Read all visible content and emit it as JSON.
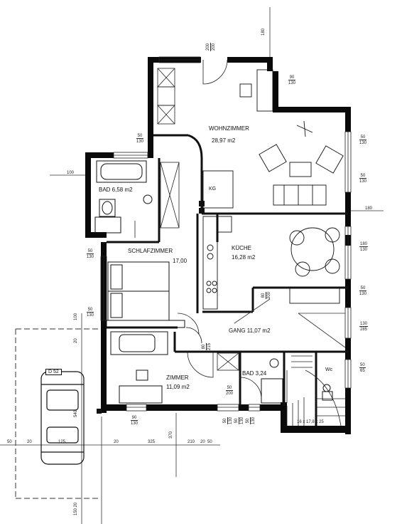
{
  "rooms": {
    "wohnzimmer": {
      "name": "WOHNZIMMER",
      "area": "28,97 m2"
    },
    "bad_large": {
      "name": "BAD 6,58 m2"
    },
    "schlafzimmer": {
      "name": "SCHLAFZIMMER",
      "area": "17,00"
    },
    "kueche": {
      "name": "KÜCHE",
      "area": "16,28 m2"
    },
    "gang": {
      "name": "GANG 11,07 m2"
    },
    "zimmer": {
      "name": "ZIMMER",
      "area": "11,09 m2"
    },
    "bad_small": {
      "name": "BAD 3,24"
    },
    "wc": {
      "name": "Wc"
    },
    "kg": {
      "name": "KG"
    }
  },
  "car_label": "D 52",
  "dimensions": {
    "top_180": "180",
    "left_100": "100",
    "right_180": "180",
    "ext_50_a": "50",
    "ext_20_a": "20",
    "ext_125": "125",
    "ext_20_b": "20",
    "ext_325": "325",
    "ext_210": "210",
    "ext_20_c": "20",
    "ext_50_b": "50",
    "ext_540": "540",
    "ext_150_20": "150 20",
    "ext_100v": "100",
    "ext_20v": "20",
    "ext_370": "370"
  },
  "openings": {
    "door_top": {
      "top": "200",
      "bottom": "200"
    },
    "win_wz_right_top": {
      "top": "90",
      "bottom": "130"
    },
    "win_wz_right_a": {
      "top": "50",
      "bottom": "130"
    },
    "win_wz_right_b": {
      "top": "50",
      "bottom": "130"
    },
    "win_bad": {
      "top": "50",
      "bottom": "130"
    },
    "win_kueche": {
      "top": "180",
      "bottom": "130"
    },
    "win_schlaf_a": {
      "top": "50",
      "bottom": "130"
    },
    "win_schlaf_b": {
      "top": "50",
      "bottom": "130"
    },
    "win_gang_a": {
      "top": "50",
      "bottom": "130"
    },
    "win_gang_b": {
      "top": "130",
      "bottom": "285"
    },
    "win_gang_c": {
      "top": "50",
      "bottom": "65"
    },
    "door_gang": {
      "top": "80",
      "bottom": "200"
    },
    "door_zimmer": {
      "top": "80",
      "bottom": "215"
    },
    "door_bad": {
      "top": "50",
      "bottom": "200"
    },
    "win_zimmer": {
      "top": "90",
      "bottom": "130"
    },
    "win_bottom_a": {
      "top": "50",
      "bottom": "130"
    },
    "win_bottom_b": {
      "top": "50",
      "bottom": "130"
    },
    "win_bottom_c": {
      "top": "50",
      "bottom": "130"
    }
  },
  "stair_label": "16 x 17,8 x 25",
  "colors": {
    "wall": "#0a0a0a",
    "line": "#222222",
    "thin": "#555555",
    "dash": "#333333"
  }
}
